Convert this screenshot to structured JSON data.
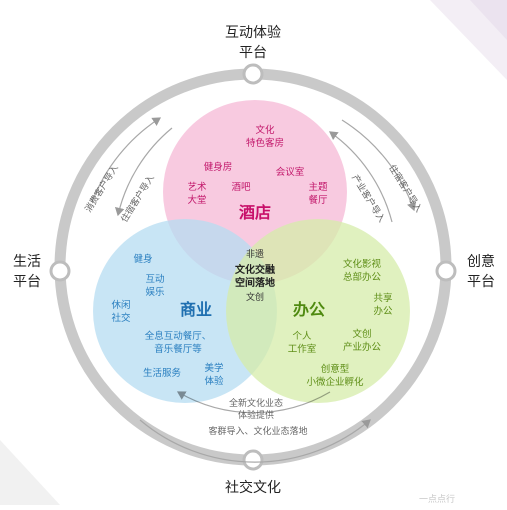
{
  "platforms": {
    "top": [
      "互动体验",
      "平台"
    ],
    "left": [
      "生活",
      "平台"
    ],
    "right": [
      "创意",
      "平台"
    ],
    "bottom": "社交文化"
  },
  "hotel": {
    "title": "酒店",
    "items": [
      [
        "文化",
        "特色客房"
      ],
      [
        "健身房"
      ],
      [
        "会议室"
      ],
      [
        "艺术",
        "大堂"
      ],
      [
        "酒吧"
      ],
      [
        "主题",
        "餐厅"
      ]
    ]
  },
  "commerce": {
    "title": "商业",
    "items": [
      [
        "健身"
      ],
      [
        "互动",
        "娱乐"
      ],
      [
        "休闲",
        "社交"
      ],
      [
        "全息互动餐厅、",
        "音乐餐厅等"
      ],
      [
        "生活服务"
      ],
      [
        "美学",
        "体验"
      ]
    ]
  },
  "office": {
    "title": "办公",
    "items": [
      [
        "文化影视",
        "总部办公"
      ],
      [
        "共享",
        "办公"
      ],
      [
        "个人",
        "工作室"
      ],
      [
        "文创",
        "产业办公"
      ],
      [
        "创意型",
        "小微企业孵化"
      ]
    ]
  },
  "center": {
    "top": "非遗",
    "main": [
      "文化交融",
      "空间落地"
    ],
    "bottom": "文创"
  },
  "flows": {
    "left_outer": "消费客户导入",
    "left_inner": "住宿客户导入",
    "right_outer": "住宿客户导入",
    "right_inner": "产业客户导入",
    "bottom_inner": [
      "全新文化业态",
      "体验提供"
    ],
    "bottom_outer": "客群导入、文化业态落地"
  },
  "watermark": "一点点行"
}
